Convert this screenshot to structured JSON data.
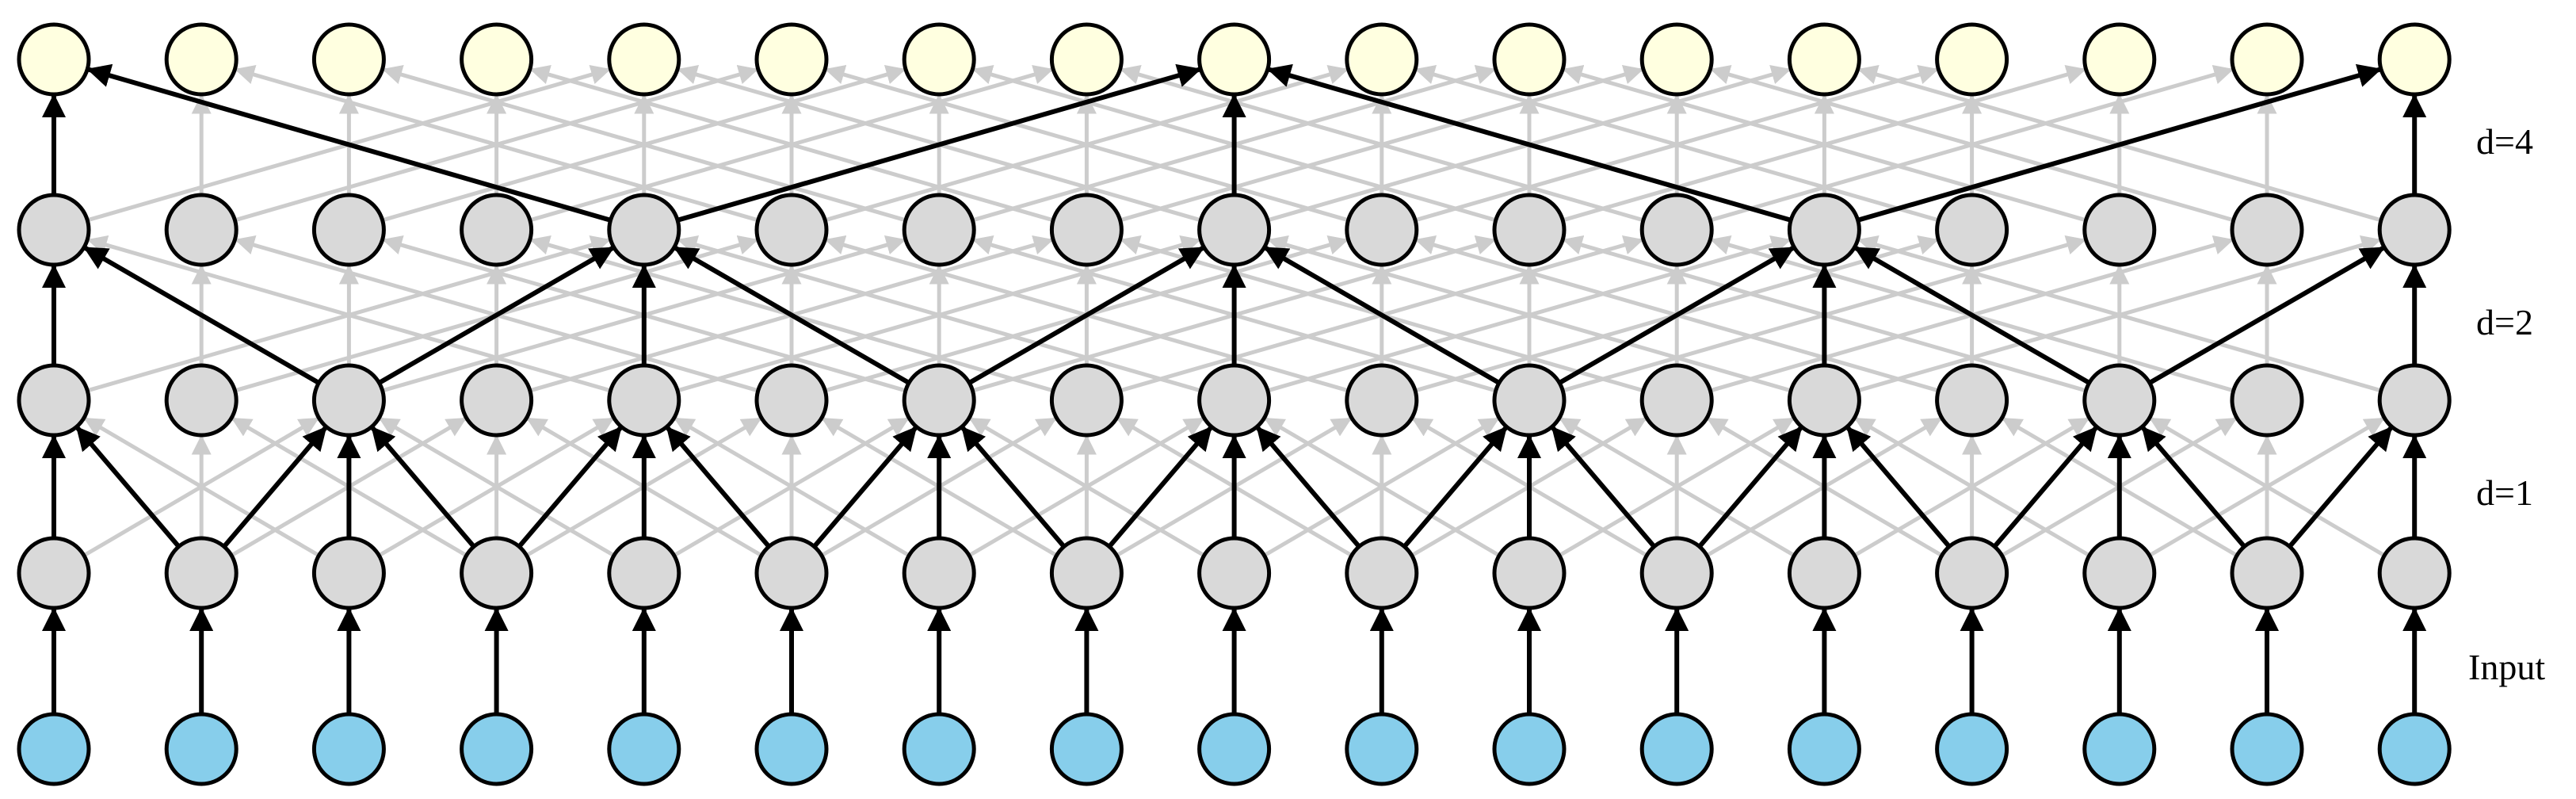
{
  "diagram": {
    "node_count": 17,
    "layer_labels": {
      "input": "Input",
      "d1": "d=1",
      "d2": "d=2",
      "d4": "d=4"
    },
    "colors": {
      "input_node": "#87ceeb",
      "hidden_node": "#d9d9d9",
      "output_node": "#ffffe0",
      "highlight_edge": "#000000",
      "background_edge": "#cccccc",
      "node_stroke": "#000000"
    },
    "layers": [
      {
        "id": "input",
        "role": "input",
        "dilation": 1
      },
      {
        "id": "h1",
        "role": "hidden",
        "dilation": 1
      },
      {
        "id": "h2",
        "role": "hidden",
        "dilation": 2
      },
      {
        "id": "h3",
        "role": "hidden",
        "dilation": 4
      },
      {
        "id": "output",
        "role": "output",
        "dilation": 4
      }
    ]
  }
}
